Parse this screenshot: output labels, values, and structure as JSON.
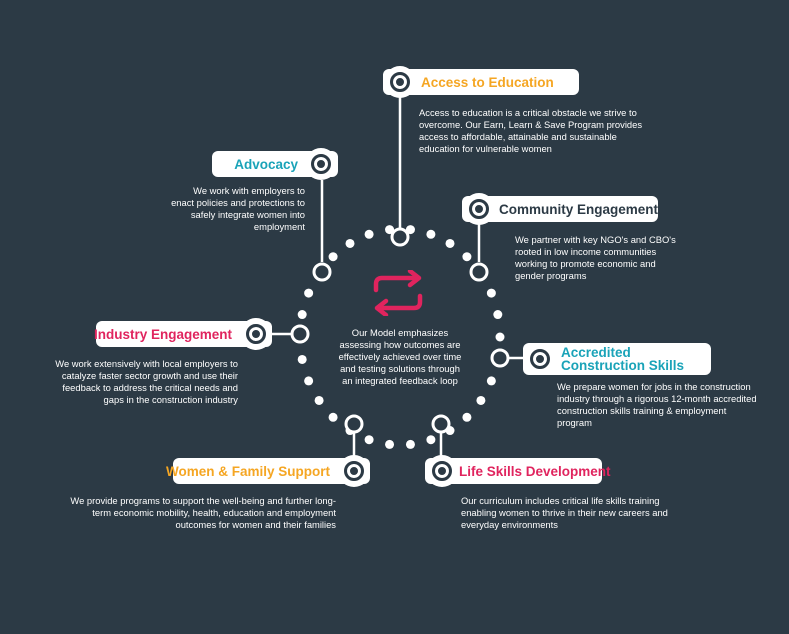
{
  "colors": {
    "background": "#2c3a45",
    "orange": "#f5a623",
    "teal": "#1aa3b8",
    "pink": "#e0245e",
    "white": "#ffffff"
  },
  "center": {
    "icon": "cycle-arrows-icon",
    "text": "Our Model emphasizes assessing how outcomes are effectively achieved over time and testing solutions through an integrated feedback loop"
  },
  "nodes": [
    {
      "id": "access",
      "title": "Access to Education",
      "color": "orange",
      "text": "Access to education is a critical obstacle we strive to overcome. Our Earn, Learn & Save Program provides access to affordable, attainable and sustainable education for vulnerable women"
    },
    {
      "id": "advocacy",
      "title": "Advocacy",
      "color": "teal",
      "text": "We work with employers to enact policies  and protections to safely integrate women into employment"
    },
    {
      "id": "community",
      "title": "Community Engagement",
      "color": "dark",
      "text": "We partner with key NGO's and CBO's rooted in low income communities working to promote economic and gender programs"
    },
    {
      "id": "industry",
      "title": "Industry Engagement",
      "color": "pink",
      "text": "We work extensively with local employers to catalyze faster sector growth and use their feedback to address the critical needs and gaps in the construction industry"
    },
    {
      "id": "accredited",
      "title": "Accredited Construction Skills",
      "color": "teal",
      "text": "We prepare women for jobs in the construction industry through a rigorous 12-month accredited construction skills training & employment program"
    },
    {
      "id": "women",
      "title": "Women & Family Support",
      "color": "orange",
      "text": "We provide programs to support the well-being  and further long-term economic mobility, health, education and employment outcomes for women and their families"
    },
    {
      "id": "lifeskills",
      "title": "Life Skills Development",
      "color": "pink",
      "text": "Our curriculum includes critical life skills training enabling women to thrive in their new careers and everyday environments"
    }
  ]
}
